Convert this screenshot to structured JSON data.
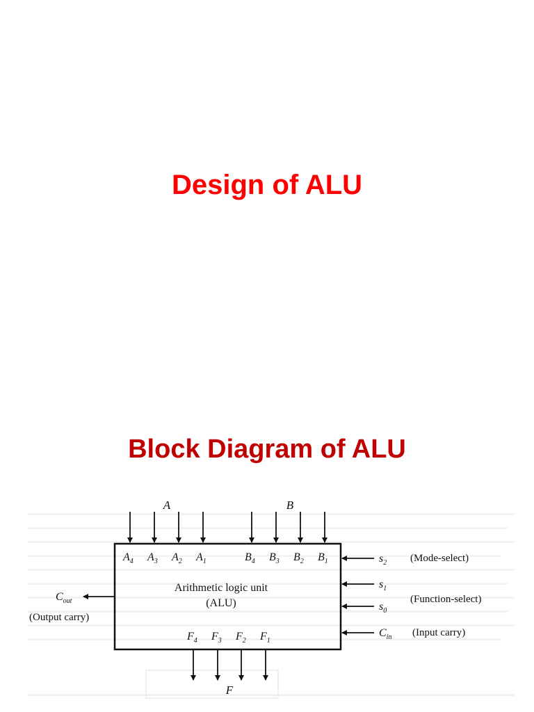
{
  "slide1": {
    "title": "Design of ALU",
    "title_color": "#ff0000"
  },
  "slide2": {
    "title": "Block Diagram of ALU",
    "title_color": "#c00000"
  },
  "diagram": {
    "group_a": "A",
    "group_b": "B",
    "output_group": "F",
    "block_name": "Arithmetic logic unit",
    "block_abbr": "(ALU)",
    "inputs_a": [
      {
        "base": "A",
        "sub": "4"
      },
      {
        "base": "A",
        "sub": "3"
      },
      {
        "base": "A",
        "sub": "2"
      },
      {
        "base": "A",
        "sub": "1"
      }
    ],
    "inputs_b": [
      {
        "base": "B",
        "sub": "4"
      },
      {
        "base": "B",
        "sub": "3"
      },
      {
        "base": "B",
        "sub": "2"
      },
      {
        "base": "B",
        "sub": "1"
      }
    ],
    "outputs_f": [
      {
        "base": "F",
        "sub": "4"
      },
      {
        "base": "F",
        "sub": "3"
      },
      {
        "base": "F",
        "sub": "2"
      },
      {
        "base": "F",
        "sub": "1"
      }
    ],
    "select_lines": [
      {
        "base": "s",
        "sub": "2",
        "desc": "(Mode-select)"
      },
      {
        "base": "s",
        "sub": "1",
        "desc": ""
      },
      {
        "base": "s",
        "sub": "0",
        "desc": "(Function-select)"
      },
      {
        "base": "C",
        "sub": "in",
        "desc": "(Input carry)"
      }
    ],
    "carry_out": {
      "base": "C",
      "sub": "out",
      "desc": "(Output carry)"
    }
  }
}
